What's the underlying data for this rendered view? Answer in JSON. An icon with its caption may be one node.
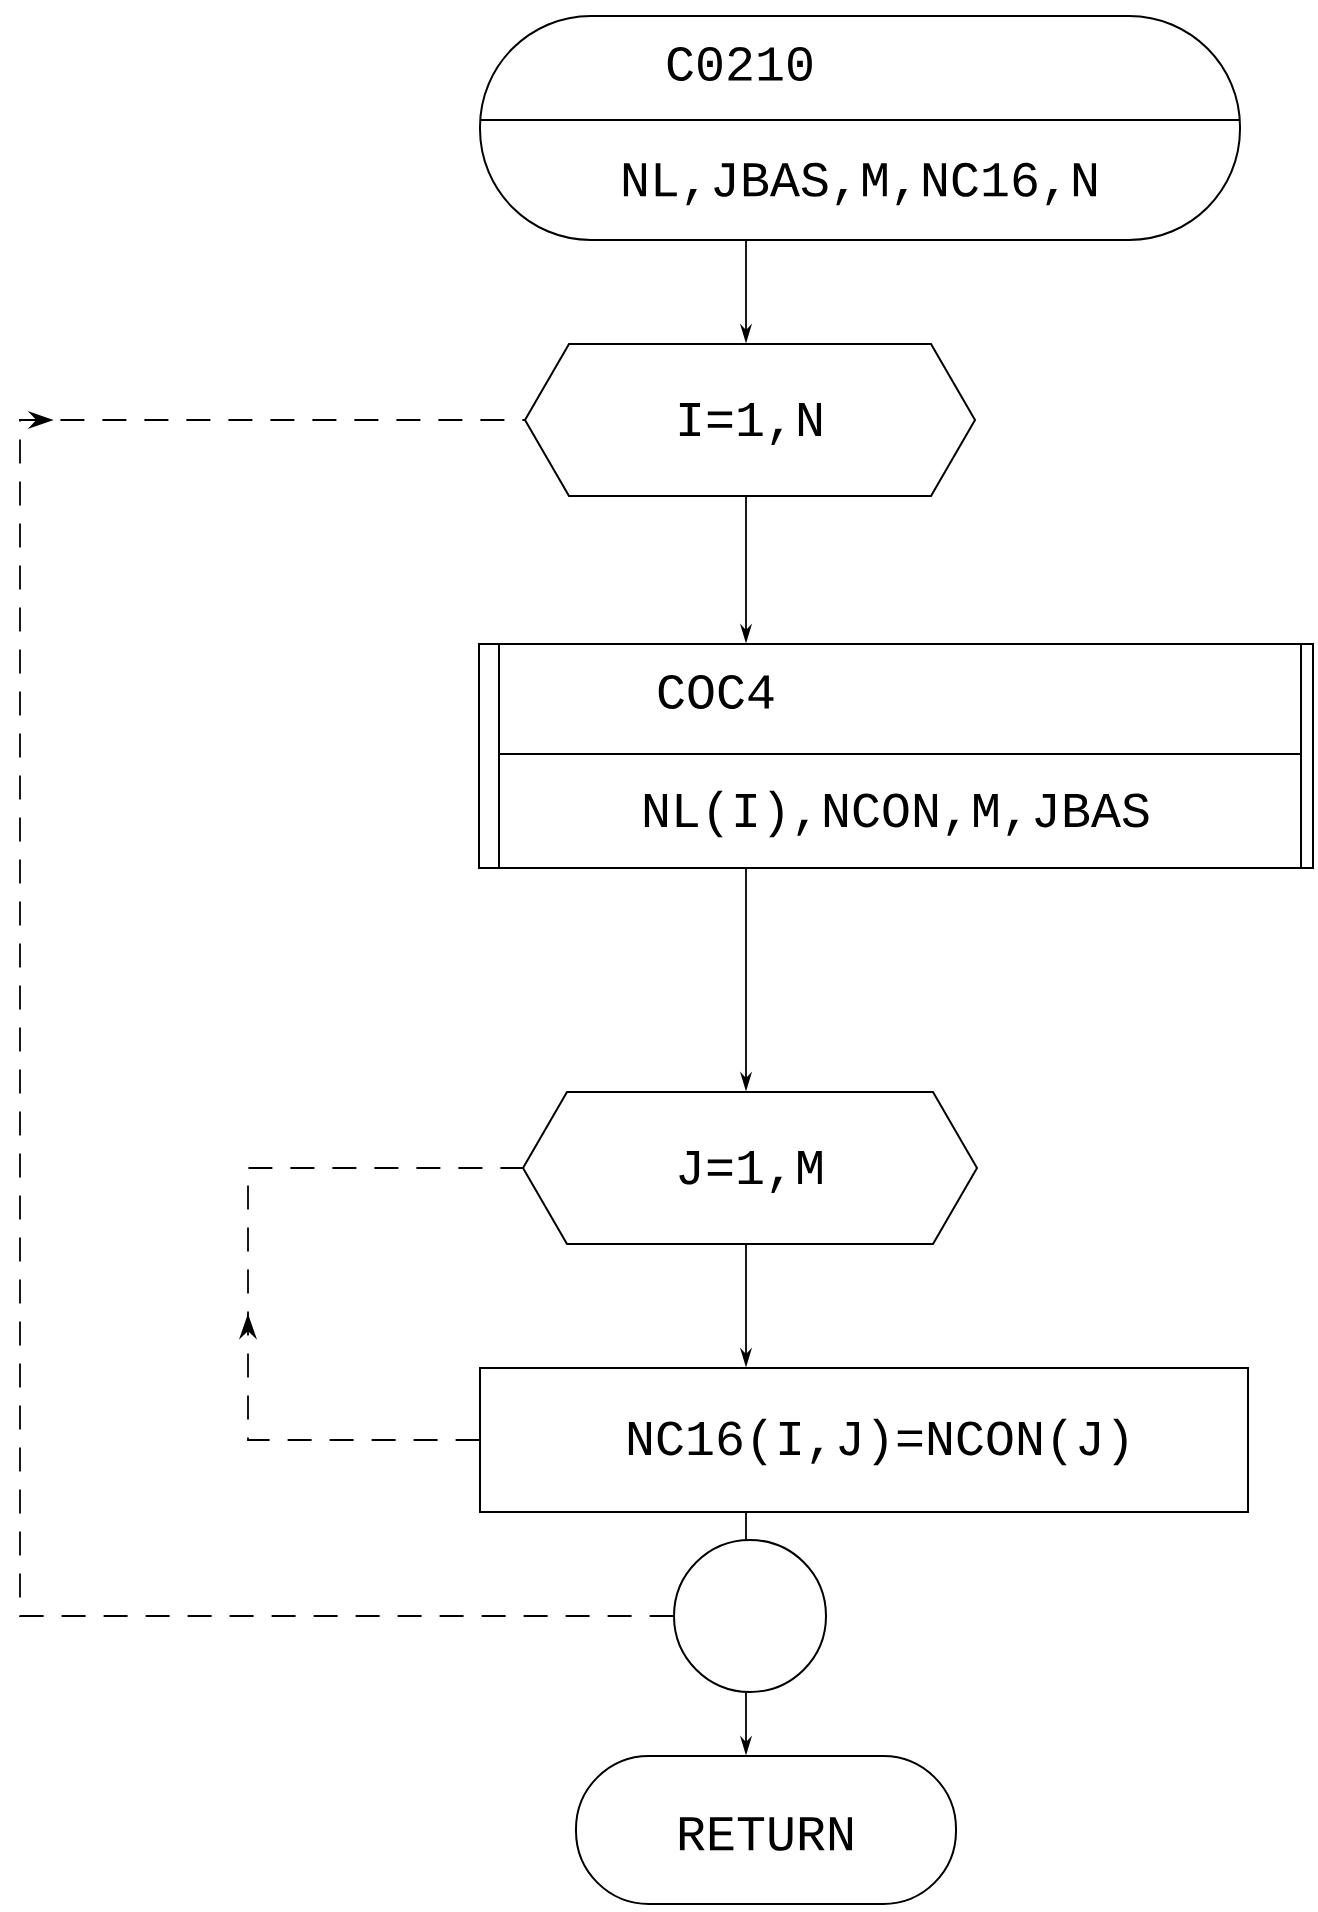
{
  "diagram": {
    "nodes": [
      {
        "text": [
          "C0210",
          "NL,JBAS,M,NC16,N"
        ]
      },
      {
        "text": [
          "I=1,N"
        ]
      },
      {
        "text": [
          "COC4",
          "NL(I),NCON,M,JBAS"
        ]
      },
      {
        "text": [
          "J=1,M"
        ]
      },
      {
        "text": [
          "NC16(I,J)=NCON(J)"
        ]
      },
      {
        "text": [],
        "shape": "circle"
      },
      {
        "text": [
          "RETURN"
        ]
      }
    ],
    "edges": [
      {
        "from": 0,
        "to": 1,
        "arrow": "to"
      },
      {
        "from": 1,
        "to": 2,
        "arrow": "to"
      },
      {
        "from": 2,
        "to": 3,
        "arrow": "to"
      },
      {
        "from": 3,
        "to": 4,
        "arrow": "to"
      },
      {
        "from": 4,
        "to": 5,
        "arrow": "none"
      },
      {
        "from": 5,
        "to": 6,
        "arrow": "to"
      },
      {
        "from": 4,
        "to": 3,
        "arrow": "to",
        "style": "dashed"
      },
      {
        "from": 5,
        "to": 1,
        "arrow": "to",
        "style": "dashed"
      }
    ]
  }
}
